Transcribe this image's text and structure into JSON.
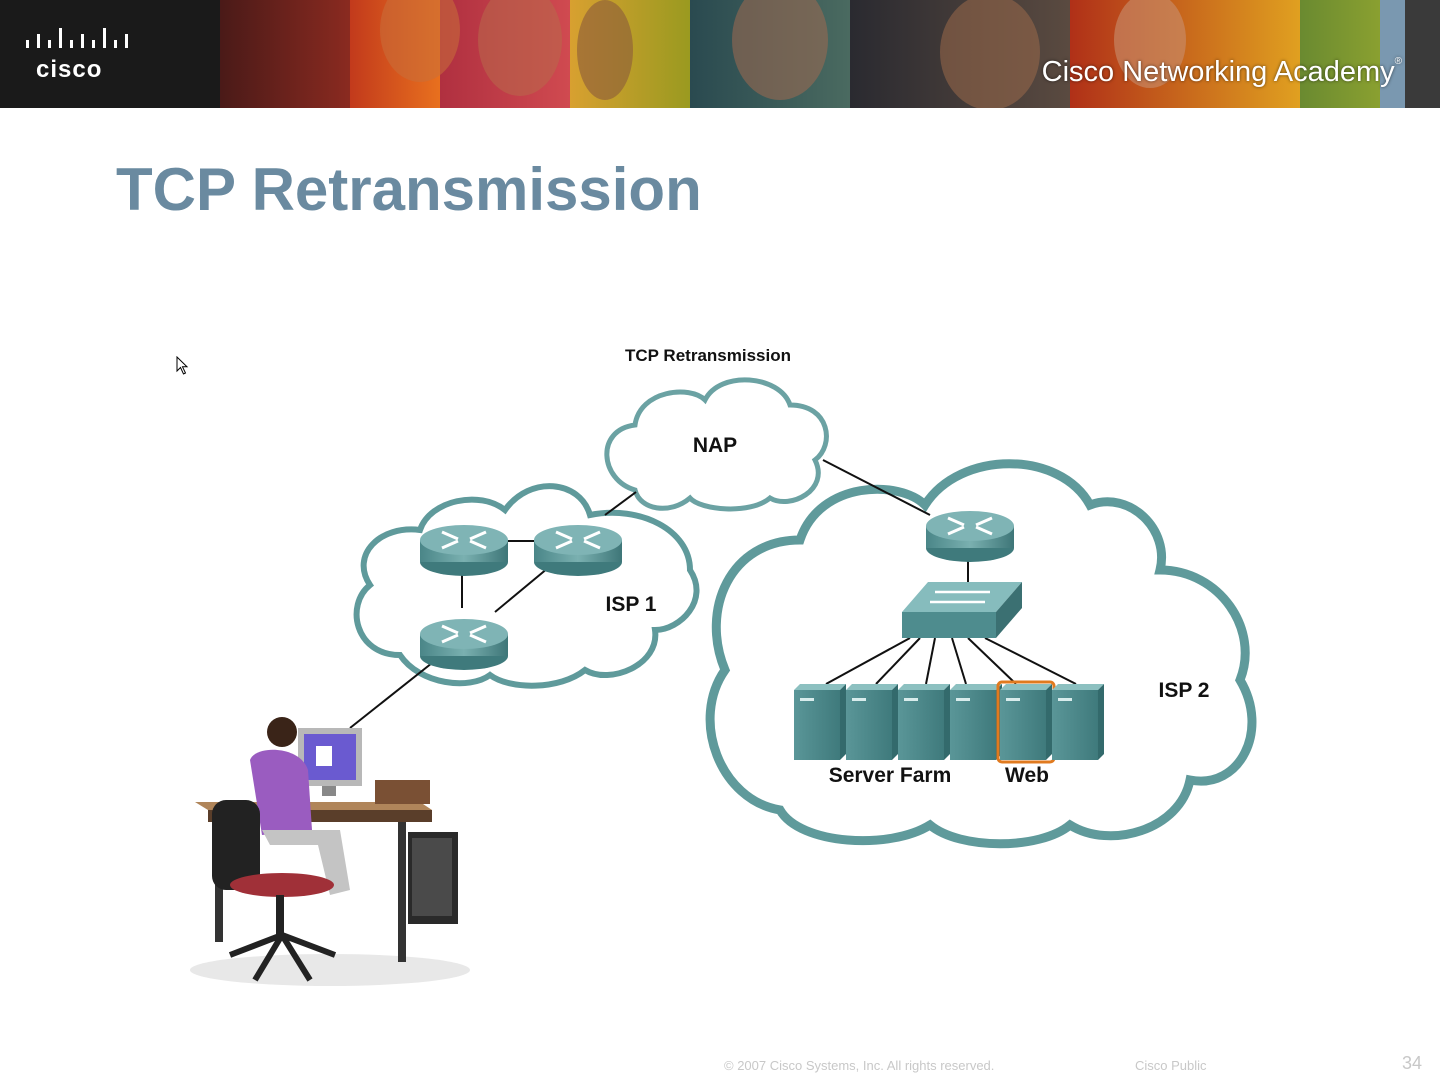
{
  "banner": {
    "logo_text": "cisco",
    "academy_text": "Cisco Networking Academy",
    "registered_mark": "®"
  },
  "slide": {
    "title": "TCP Retransmission",
    "diagram": {
      "caption": "TCP Retransmission",
      "clouds": {
        "nap": "NAP",
        "isp1": "ISP 1",
        "isp2": "ISP 2"
      },
      "labels": {
        "server_farm": "Server Farm",
        "web": "Web"
      },
      "highlight_color": "#e07a1f",
      "cloud_color": "#5f9a9b",
      "device_color": "#5e9a9c"
    }
  },
  "footer": {
    "copyright": "© 2007 Cisco Systems, Inc. All rights reserved.",
    "classification": "Cisco Public",
    "page_number": "34"
  }
}
